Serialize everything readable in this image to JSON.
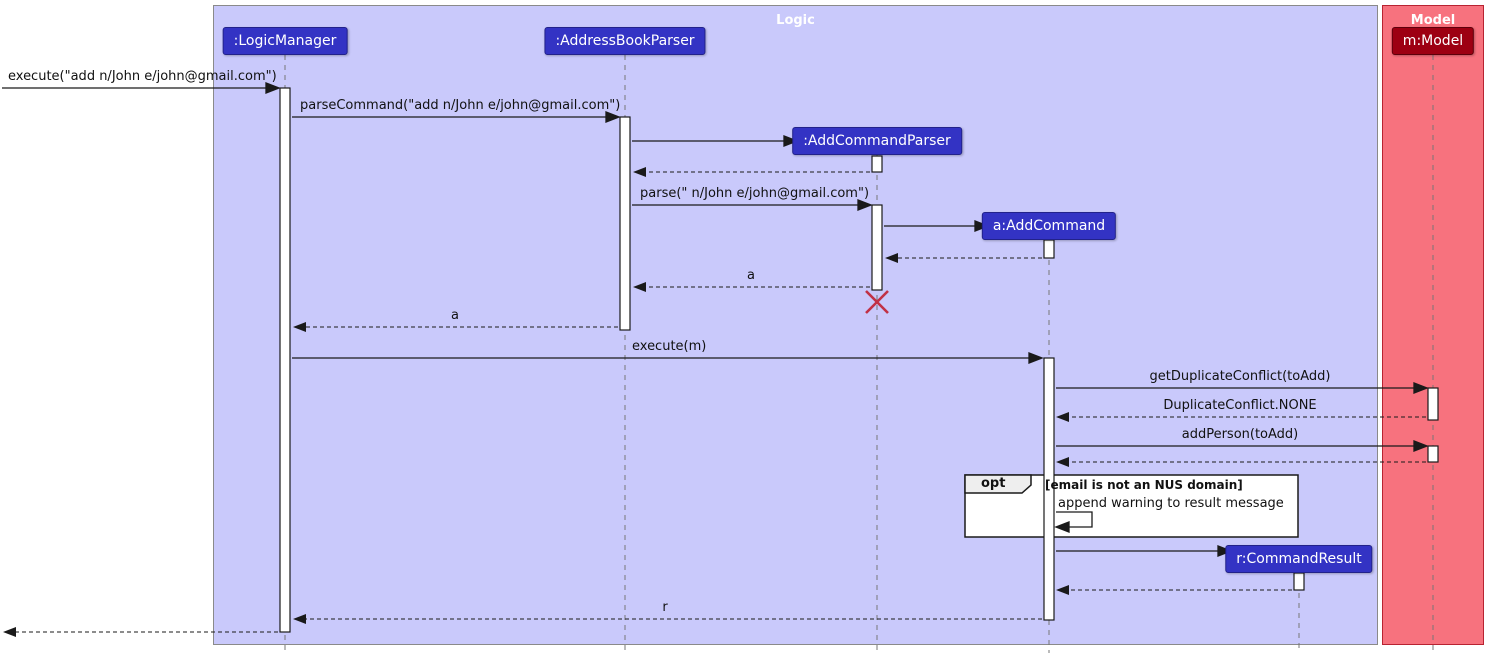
{
  "frames": {
    "logic": {
      "label": "Logic",
      "fill": "#C9C9FB"
    },
    "model": {
      "label": "Model",
      "fill": "#F7727E"
    }
  },
  "participants": {
    "logic_manager": {
      "label": ":LogicManager"
    },
    "address_book_parser": {
      "label": ":AddressBookParser"
    },
    "add_command_parser": {
      "label": ":AddCommandParser"
    },
    "add_command": {
      "label": "a:AddCommand"
    },
    "command_result": {
      "label": "r:CommandResult"
    },
    "model": {
      "label": "m:Model"
    }
  },
  "messages": {
    "execute_add": {
      "label": "execute(\"add n/John e/john@gmail.com\")",
      "type": "solid"
    },
    "parse_command": {
      "label": "parseCommand(\"add n/John e/john@gmail.com\")",
      "type": "solid"
    },
    "parse": {
      "label": "parse(\" n/John e/john@gmail.com\")",
      "type": "solid"
    },
    "return_a_inner": {
      "label": "a",
      "type": "dashed-return"
    },
    "return_a_outer": {
      "label": "a",
      "type": "dashed-return"
    },
    "execute_m": {
      "label": "execute(m)",
      "type": "solid"
    },
    "get_duplicate_conflict": {
      "label": "getDuplicateConflict(toAdd)",
      "type": "solid"
    },
    "duplicate_conflict_none": {
      "label": "DuplicateConflict.NONE",
      "type": "dashed-return"
    },
    "add_person": {
      "label": "addPerson(toAdd)",
      "type": "solid"
    },
    "return_r": {
      "label": "r",
      "type": "dashed-return"
    }
  },
  "opt_fragment": {
    "keyword": "opt",
    "guard": "[email is not an NUS domain]",
    "body": "append warning to result message"
  },
  "colors": {
    "logic_participant": "#3333C4",
    "model_participant": "#9D0012",
    "logic_frame_fill": "#C9C9FB",
    "model_frame_fill": "#F7727E",
    "destroy_x": "#C13145",
    "activation_fill": "#FFFFFF"
  }
}
